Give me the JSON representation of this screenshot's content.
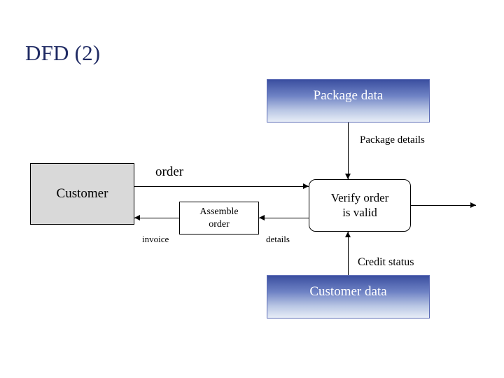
{
  "slide": {
    "title": "DFD (2)",
    "title_color": "#1f2a63",
    "background": "#ffffff"
  },
  "diagram": {
    "type": "data-flow-diagram",
    "nodes": {
      "package_data_store": {
        "label": "Package data",
        "kind": "data-store",
        "fill": "gradient-blue",
        "text_color": "#ffffff"
      },
      "customer_data_store": {
        "label": "Customer data",
        "kind": "data-store",
        "fill": "gradient-blue",
        "text_color": "#ffffff"
      },
      "customer_entity": {
        "label": "Customer",
        "kind": "external-entity",
        "fill": "#d9d9d9"
      },
      "assemble_order_process": {
        "label_line1": "Assemble",
        "label_line2": "order",
        "kind": "process",
        "fill": "#ffffff"
      },
      "verify_order_process": {
        "label_line1": "Verify order",
        "label_line2": "is valid",
        "kind": "process",
        "fill": "#ffffff"
      }
    },
    "flows": {
      "order": "order",
      "invoice": "invoice",
      "package_details": "Package details",
      "details": "details",
      "credit_status": "Credit status"
    }
  }
}
